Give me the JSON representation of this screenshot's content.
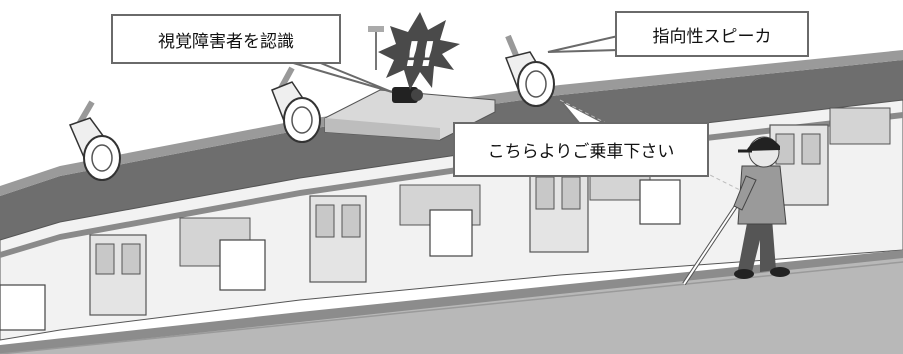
{
  "callouts": {
    "recognize": "視覚障害者を認識",
    "speaker": "指向性スピーカ",
    "announcement": "こちらよりご乗車下さい"
  },
  "alert_mark": "!!",
  "scene_elements": [
    "train",
    "platform",
    "roof-canopy",
    "directional-speakers",
    "camera",
    "visually-impaired-person",
    "white-cane"
  ],
  "colors": {
    "roof": "#6e6e6e",
    "train_body": "#f2f2f2",
    "platform": "#b8b8b8",
    "callout_border": "#6a6a6a"
  }
}
